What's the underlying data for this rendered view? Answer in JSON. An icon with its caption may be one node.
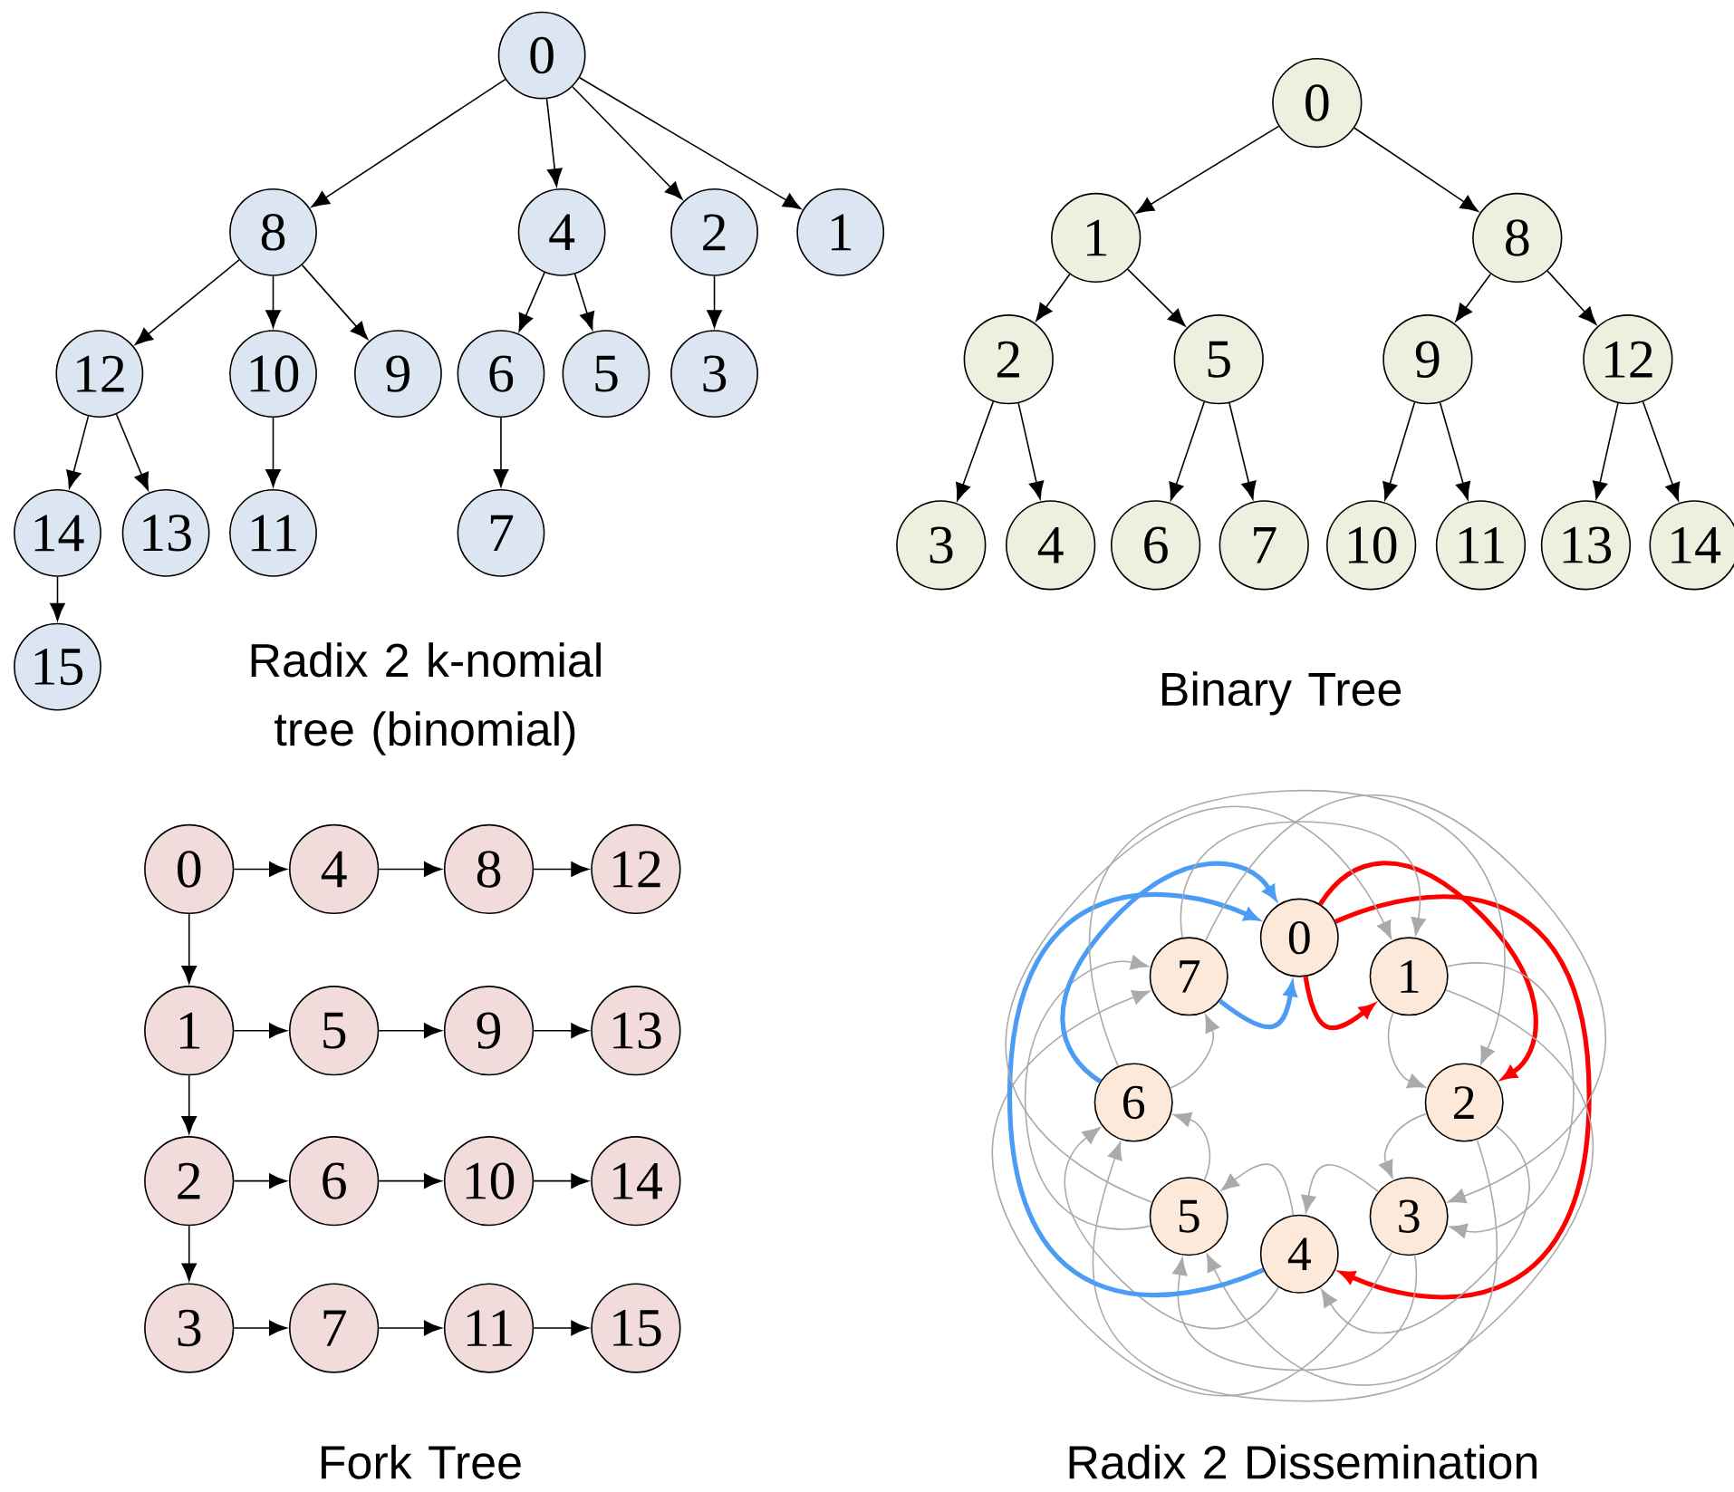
{
  "diagram": {
    "nodes": [
      {
        "text": [
          "0"
        ]
      },
      {
        "text": [
          "8"
        ]
      },
      {
        "text": [
          "4"
        ]
      },
      {
        "text": [
          "2"
        ]
      },
      {
        "text": [
          "1"
        ]
      },
      {
        "text": [
          "12"
        ]
      },
      {
        "text": [
          "10"
        ]
      },
      {
        "text": [
          "9"
        ]
      },
      {
        "text": [
          "6"
        ]
      },
      {
        "text": [
          "5"
        ]
      },
      {
        "text": [
          "3"
        ]
      },
      {
        "text": [
          "14"
        ]
      },
      {
        "text": [
          "13"
        ]
      },
      {
        "text": [
          "11"
        ]
      },
      {
        "text": [
          "7"
        ]
      },
      {
        "text": [
          "15"
        ]
      },
      {
        "text": [
          "0"
        ]
      },
      {
        "text": [
          "1"
        ]
      },
      {
        "text": [
          "8"
        ]
      },
      {
        "text": [
          "2"
        ]
      },
      {
        "text": [
          "5"
        ]
      },
      {
        "text": [
          "9"
        ]
      },
      {
        "text": [
          "12"
        ]
      },
      {
        "text": [
          "3"
        ]
      },
      {
        "text": [
          "4"
        ]
      },
      {
        "text": [
          "6"
        ]
      },
      {
        "text": [
          "7"
        ]
      },
      {
        "text": [
          "10"
        ]
      },
      {
        "text": [
          "11"
        ]
      },
      {
        "text": [
          "13"
        ]
      },
      {
        "text": [
          "14"
        ]
      },
      {
        "text": [
          "0"
        ]
      },
      {
        "text": [
          "4"
        ]
      },
      {
        "text": [
          "8"
        ]
      },
      {
        "text": [
          "12"
        ]
      },
      {
        "text": [
          "1"
        ]
      },
      {
        "text": [
          "5"
        ]
      },
      {
        "text": [
          "9"
        ]
      },
      {
        "text": [
          "13"
        ]
      },
      {
        "text": [
          "2"
        ]
      },
      {
        "text": [
          "6"
        ]
      },
      {
        "text": [
          "10"
        ]
      },
      {
        "text": [
          "14"
        ]
      },
      {
        "text": [
          "3"
        ]
      },
      {
        "text": [
          "7"
        ]
      },
      {
        "text": [
          "11"
        ]
      },
      {
        "text": [
          "15"
        ]
      },
      {
        "text": [
          "0"
        ]
      },
      {
        "text": [
          "1"
        ]
      },
      {
        "text": [
          "2"
        ]
      },
      {
        "text": [
          "3"
        ]
      },
      {
        "text": [
          "4"
        ]
      },
      {
        "text": [
          "5"
        ]
      },
      {
        "text": [
          "6"
        ]
      },
      {
        "text": [
          "7"
        ]
      }
    ],
    "edges": [
      {
        "from": 0,
        "to": 1,
        "arrow": "to"
      },
      {
        "from": 0,
        "to": 2,
        "arrow": "to"
      },
      {
        "from": 0,
        "to": 3,
        "arrow": "to"
      },
      {
        "from": 0,
        "to": 4,
        "arrow": "to"
      },
      {
        "from": 1,
        "to": 5,
        "arrow": "to"
      },
      {
        "from": 1,
        "to": 6,
        "arrow": "to"
      },
      {
        "from": 1,
        "to": 7,
        "arrow": "to"
      },
      {
        "from": 2,
        "to": 8,
        "arrow": "to"
      },
      {
        "from": 2,
        "to": 9,
        "arrow": "to"
      },
      {
        "from": 3,
        "to": 10,
        "arrow": "to"
      },
      {
        "from": 5,
        "to": 11,
        "arrow": "to"
      },
      {
        "from": 5,
        "to": 12,
        "arrow": "to"
      },
      {
        "from": 6,
        "to": 13,
        "arrow": "to"
      },
      {
        "from": 8,
        "to": 14,
        "arrow": "to"
      },
      {
        "from": 11,
        "to": 15,
        "arrow": "to"
      },
      {
        "from": 16,
        "to": 17,
        "arrow": "to"
      },
      {
        "from": 16,
        "to": 18,
        "arrow": "to"
      },
      {
        "from": 17,
        "to": 19,
        "arrow": "to"
      },
      {
        "from": 17,
        "to": 20,
        "arrow": "to"
      },
      {
        "from": 18,
        "to": 21,
        "arrow": "to"
      },
      {
        "from": 18,
        "to": 22,
        "arrow": "to"
      },
      {
        "from": 19,
        "to": 23,
        "arrow": "to"
      },
      {
        "from": 19,
        "to": 24,
        "arrow": "to"
      },
      {
        "from": 20,
        "to": 25,
        "arrow": "to"
      },
      {
        "from": 20,
        "to": 26,
        "arrow": "to"
      },
      {
        "from": 21,
        "to": 27,
        "arrow": "to"
      },
      {
        "from": 21,
        "to": 28,
        "arrow": "to"
      },
      {
        "from": 22,
        "to": 29,
        "arrow": "to"
      },
      {
        "from": 22,
        "to": 30,
        "arrow": "to"
      },
      {
        "from": 31,
        "to": 32,
        "arrow": "to"
      },
      {
        "from": 32,
        "to": 33,
        "arrow": "to"
      },
      {
        "from": 33,
        "to": 34,
        "arrow": "to"
      },
      {
        "from": 35,
        "to": 36,
        "arrow": "to"
      },
      {
        "from": 36,
        "to": 37,
        "arrow": "to"
      },
      {
        "from": 37,
        "to": 38,
        "arrow": "to"
      },
      {
        "from": 39,
        "to": 40,
        "arrow": "to"
      },
      {
        "from": 40,
        "to": 41,
        "arrow": "to"
      },
      {
        "from": 41,
        "to": 42,
        "arrow": "to"
      },
      {
        "from": 43,
        "to": 44,
        "arrow": "to"
      },
      {
        "from": 44,
        "to": 45,
        "arrow": "to"
      },
      {
        "from": 45,
        "to": 46,
        "arrow": "to"
      },
      {
        "from": 31,
        "to": 35,
        "arrow": "to"
      },
      {
        "from": 35,
        "to": 39,
        "arrow": "to"
      },
      {
        "from": 39,
        "to": 43,
        "arrow": "to"
      },
      {
        "from": 47,
        "to": 48,
        "arrow": "to",
        "style": "thick",
        "color": "#ff0000"
      },
      {
        "from": 47,
        "to": 49,
        "arrow": "to",
        "style": "thick",
        "color": "#ff0000"
      },
      {
        "from": 47,
        "to": 51,
        "arrow": "to",
        "style": "thick",
        "color": "#ff0000"
      },
      {
        "from": 48,
        "to": 49,
        "arrow": "to",
        "color": "#aaaaaa"
      },
      {
        "from": 48,
        "to": 50,
        "arrow": "to",
        "color": "#aaaaaa"
      },
      {
        "from": 48,
        "to": 52,
        "arrow": "to",
        "color": "#aaaaaa"
      },
      {
        "from": 49,
        "to": 50,
        "arrow": "to",
        "color": "#aaaaaa"
      },
      {
        "from": 49,
        "to": 51,
        "arrow": "to",
        "color": "#aaaaaa"
      },
      {
        "from": 49,
        "to": 53,
        "arrow": "to",
        "color": "#aaaaaa"
      },
      {
        "from": 50,
        "to": 51,
        "arrow": "to",
        "color": "#aaaaaa"
      },
      {
        "from": 50,
        "to": 52,
        "arrow": "to",
        "color": "#aaaaaa"
      },
      {
        "from": 50,
        "to": 54,
        "arrow": "to",
        "color": "#aaaaaa"
      },
      {
        "from": 51,
        "to": 52,
        "arrow": "to",
        "color": "#aaaaaa"
      },
      {
        "from": 51,
        "to": 53,
        "arrow": "to",
        "color": "#aaaaaa"
      },
      {
        "from": 51,
        "to": 47,
        "arrow": "to",
        "style": "thick",
        "color": "#4c9bf5"
      },
      {
        "from": 52,
        "to": 53,
        "arrow": "to",
        "color": "#aaaaaa"
      },
      {
        "from": 52,
        "to": 54,
        "arrow": "to",
        "color": "#aaaaaa"
      },
      {
        "from": 52,
        "to": 48,
        "arrow": "to",
        "color": "#aaaaaa"
      },
      {
        "from": 53,
        "to": 54,
        "arrow": "to",
        "color": "#aaaaaa"
      },
      {
        "from": 53,
        "to": 47,
        "arrow": "to",
        "style": "thick",
        "color": "#4c9bf5"
      },
      {
        "from": 53,
        "to": 49,
        "arrow": "to",
        "color": "#aaaaaa"
      },
      {
        "from": 54,
        "to": 47,
        "arrow": "to",
        "style": "thick",
        "color": "#4c9bf5"
      },
      {
        "from": 54,
        "to": 48,
        "arrow": "to",
        "color": "#aaaaaa"
      },
      {
        "from": 54,
        "to": 50,
        "arrow": "to",
        "color": "#aaaaaa"
      }
    ],
    "labels": [
      "Radix 2 k-nomial tree (binomial)",
      "Binary Tree",
      "Fork Tree",
      "Radix 2 Dissemination"
    ]
  }
}
